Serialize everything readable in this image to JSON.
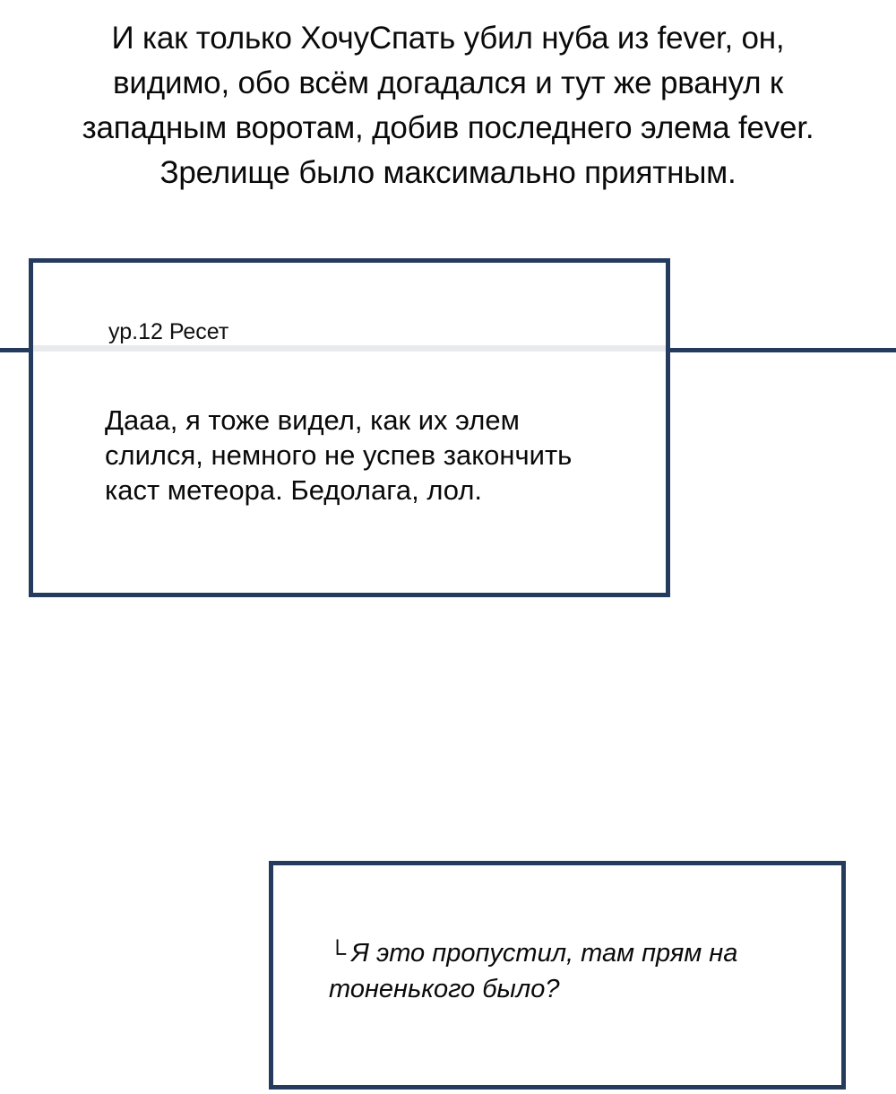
{
  "panel": {
    "narration": "И как только ХочуСпать убил нуба из fever, он,\nвидимо, обо всём догадался и тут же рванул к\nзападным воротам, добив последнего элема fever.\nЗрелище было максимально приятным.",
    "divider_color": "#243b5e",
    "border_color": "#243b5e",
    "background_color": "#ffffff",
    "text_color": "#0a0a0a"
  },
  "comment": {
    "username": "ур.12 Ресет",
    "body": "Дааа, я тоже видел, как их элем\nслился, немного не успев закончить\nкаст метеора. Бедолага, лол.",
    "separator_color": "#e9eaee"
  },
  "reply": {
    "marker": "└",
    "body": "Я это пропустил, там прям на\nтоненького было?"
  }
}
